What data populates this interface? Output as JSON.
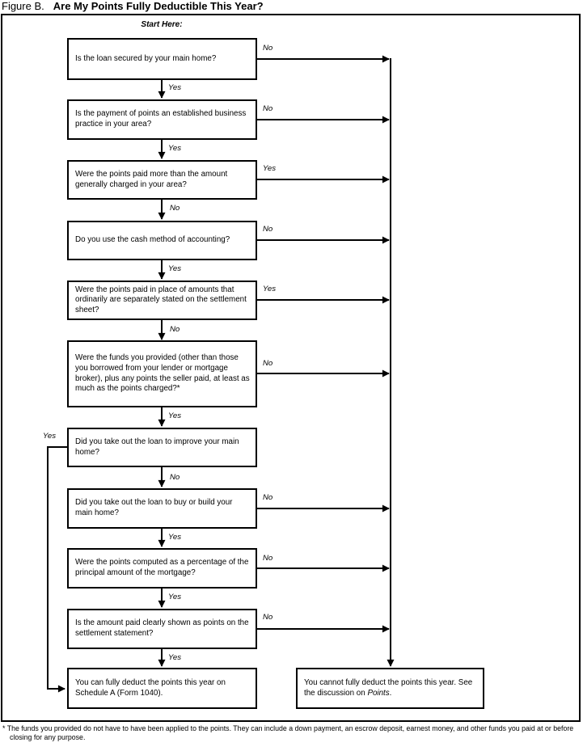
{
  "title": {
    "figure_label": "Figure B.",
    "heading": "Are My Points Fully Deductible This Year?"
  },
  "start_here": "Start Here:",
  "questions": [
    "Is the loan secured by your main home?",
    "Is the payment of points an established business practice in your area?",
    "Were the points paid more than the amount generally charged in your area?",
    "Do you use the cash method of accounting?",
    "Were the points paid in place of amounts that ordinarily are separately stated on the settlement sheet?",
    "Were the funds you provided (other than those you borrowed from your lender or mortgage broker), plus any points the seller paid, at least as much as the points charged?*",
    "Did you take out the loan to improve your main home?",
    "Did you take out the loan to buy or build your main home?",
    "Were the points computed as a percentage of the principal amount of the mortgage?",
    "Is the amount paid clearly shown as points on the settlement statement?"
  ],
  "results": {
    "can_deduct": "You can fully deduct the points this year on Schedule A (Form 1040).",
    "cannot_prefix": "You cannot fully deduct the points this year. See the discussion on ",
    "cannot_italic": "Points",
    "cannot_suffix": "."
  },
  "labels": {
    "down": [
      "Yes",
      "Yes",
      "No",
      "Yes",
      "No",
      "Yes",
      "No",
      "Yes",
      "Yes",
      "Yes"
    ],
    "right": [
      "No",
      "No",
      "Yes",
      "No",
      "Yes",
      "No",
      "No",
      "No",
      "No"
    ],
    "left_yes": "Yes"
  },
  "footnote": "* The funds you provided do not have to have been applied to the points. They can include a down payment, an escrow deposit, earnest money, and other funds you paid at or before closing for any purpose.",
  "colors": {
    "ink": "#000000",
    "background": "#ffffff"
  }
}
